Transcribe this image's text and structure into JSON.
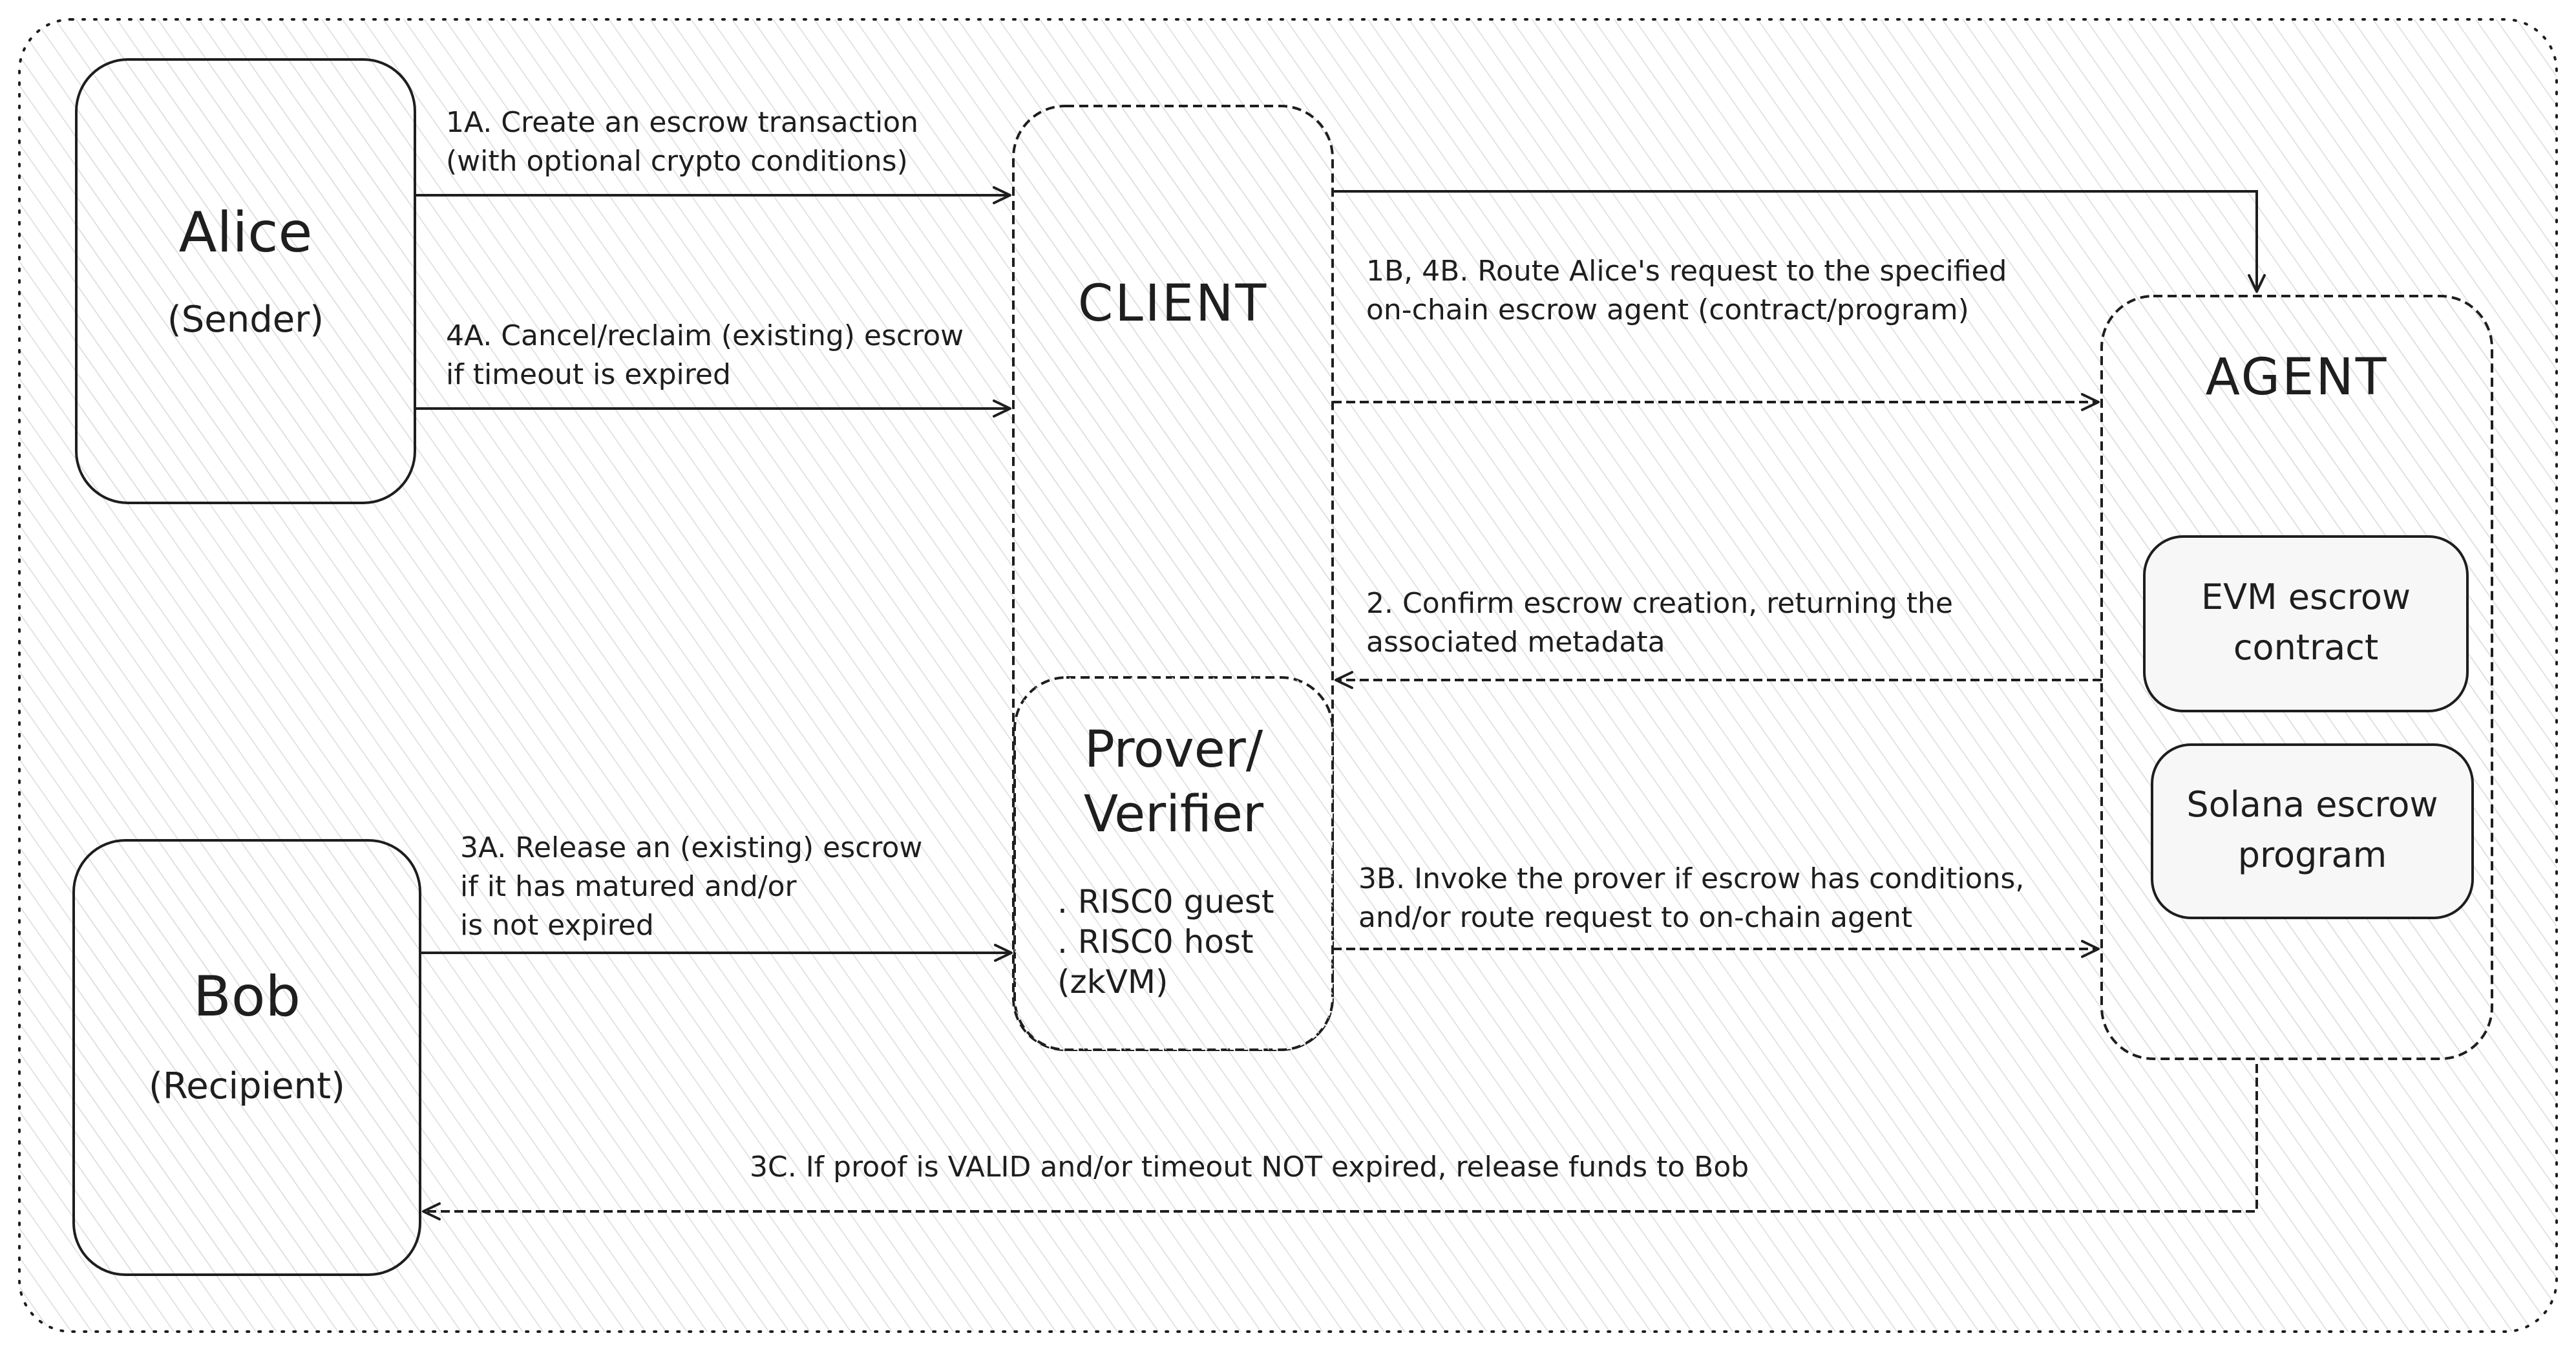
{
  "nodes": {
    "alice": {
      "name": "Alice",
      "role": "(Sender)"
    },
    "bob": {
      "name": "Bob",
      "role": "(Recipient)"
    },
    "client": {
      "name": "CLIENT"
    },
    "prover": {
      "name_line1": "Prover/",
      "name_line2": "Verifier",
      "items": [
        ". RISC0 guest",
        ". RISC0 host",
        "(zkVM)"
      ]
    },
    "agent": {
      "name": "AGENT",
      "evm": {
        "line1": "EVM escrow",
        "line2": "contract"
      },
      "solana": {
        "line1": "Solana escrow",
        "line2": "program"
      }
    }
  },
  "edges": {
    "e1a": {
      "line1": "1A. Create an escrow transaction",
      "line2": "(with optional crypto conditions)"
    },
    "e4a": {
      "line1": "4A. Cancel/reclaim (existing) escrow",
      "line2": "if timeout is expired"
    },
    "e1b": {
      "line1": "1B, 4B. Route Alice's request to the specified",
      "line2": "on-chain escrow agent (contract/program)"
    },
    "e2": {
      "line1": "2. Confirm escrow creation, returning the",
      "line2": "associated metadata"
    },
    "e3a": {
      "line1": "3A. Release an (existing) escrow",
      "line2": "if it has matured and/or",
      "line3": "is not expired"
    },
    "e3b": {
      "line1": "3B. Invoke the prover if escrow has conditions,",
      "line2": "and/or route request to on-chain agent"
    },
    "e3c": {
      "line1": "3C. If proof is VALID and/or timeout NOT expired, release funds to Bob"
    }
  },
  "colors": {
    "stroke": "#1e1e1e",
    "background": "#ffffff",
    "hatch": "#d9d9d9"
  }
}
